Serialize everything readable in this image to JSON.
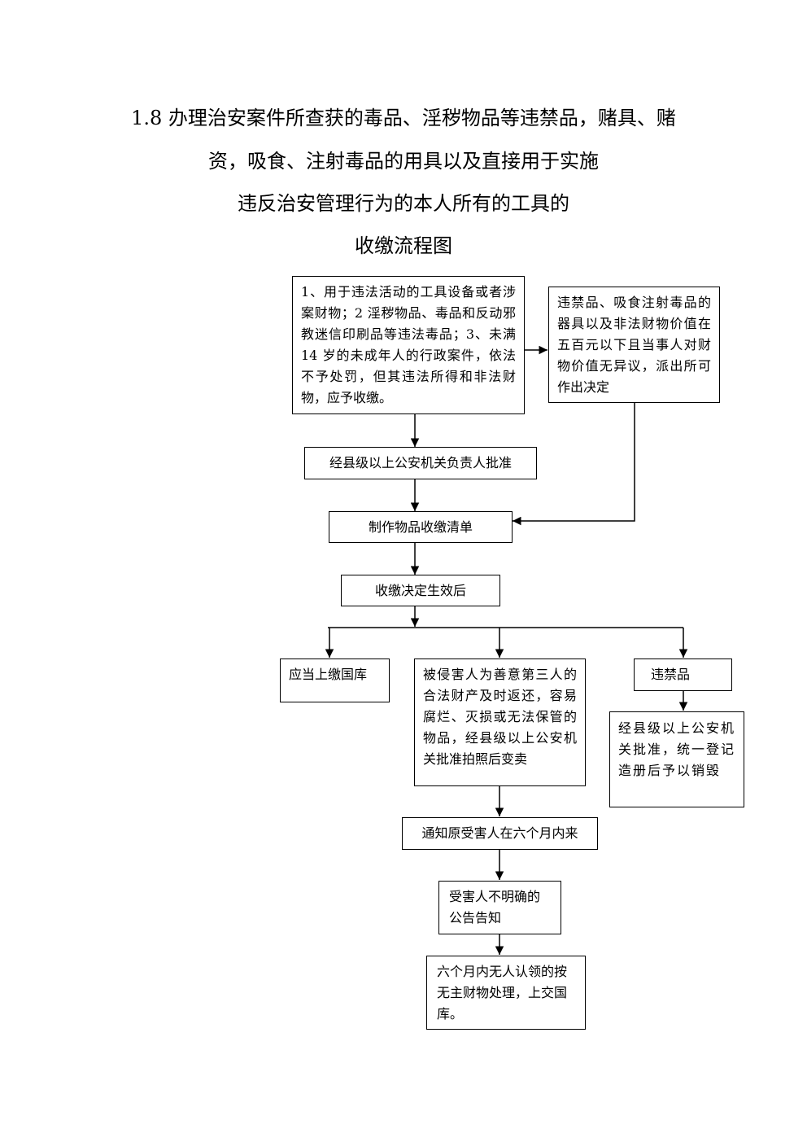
{
  "title": {
    "line1": "1.8 办理治安案件所查获的毒品、淫秽物品等违禁品，赌具、赌",
    "line2": "资，吸食、注射毒品的用具以及直接用于实施",
    "line3": "违反治安管理行为的本人所有的工具的",
    "line4": "收缴流程图"
  },
  "nodes": {
    "scope": "1、用于违法活动的工具设备或者涉案财物；2 淫秽物品、毒品和反动邪教迷信印刷品等违法毒品；3、未满 14 岁的未成年人的行政案件，依法不予处罚，但其违法所得和非法财物，应予收缴。",
    "police_station": "违禁品、吸食注射毒品的器具以及非法财物价值在五百元以下且当事人对财物价值无异议，派出所可作出决定",
    "county_approval": "经县级以上公安机关负责人批准",
    "make_list": "制作物品收缴清单",
    "decision_effective": "收缴决定生效后",
    "state_treasury": "应当上缴国库",
    "victim_property": "被侵害人为善意第三人的合法财产及时返还，容易腐烂、灭损或无法保管的物品，经县级以上公安机关批准拍照后变卖",
    "contraband": "违禁品",
    "destroy": "经县级以上公安机关批准，统一登记造册后予以销毁",
    "notify_victim": "通知原受害人在六个月内来",
    "announce": "受害人不明确的公告告知",
    "unclaimed": "六个月内无人认领的按无主财物处理，上交国库。"
  }
}
